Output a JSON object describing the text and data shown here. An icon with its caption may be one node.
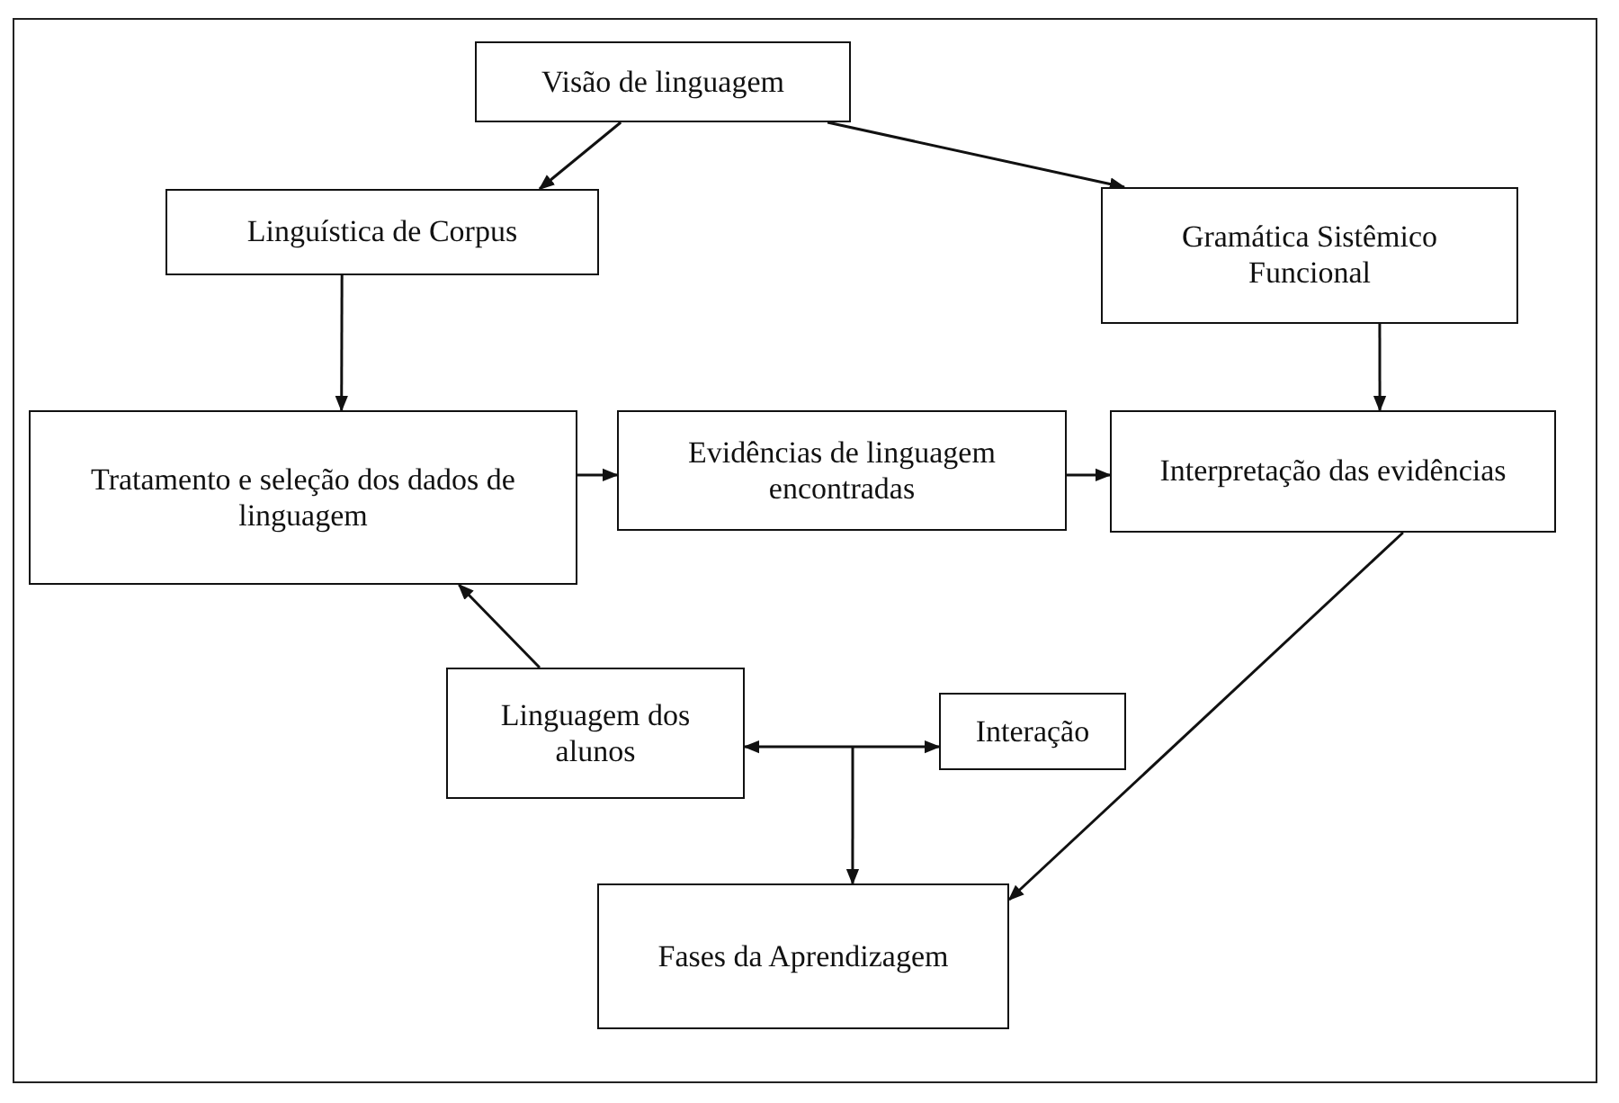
{
  "diagram": {
    "nodes": [
      {
        "text": [
          "Visão de linguagem"
        ]
      },
      {
        "text": [
          "Linguística de Corpus"
        ]
      },
      {
        "text": [
          "Gramática Sistêmico Funcional"
        ]
      },
      {
        "text": [
          "Tratamento e seleção dos dados de linguagem"
        ]
      },
      {
        "text": [
          "Evidências de linguagem encontradas"
        ]
      },
      {
        "text": [
          "Interpretação das evidências"
        ]
      },
      {
        "text": [
          "Linguagem dos alunos"
        ]
      },
      {
        "text": [
          "Interação"
        ]
      },
      {
        "text": [
          "Fases da Aprendizagem"
        ]
      }
    ],
    "edges": [
      {
        "from": 0,
        "to": 1,
        "arrow": "to"
      },
      {
        "from": 0,
        "to": 2,
        "arrow": "to"
      },
      {
        "from": 1,
        "to": 3,
        "arrow": "to"
      },
      {
        "from": 2,
        "to": 5,
        "arrow": "to"
      },
      {
        "from": 3,
        "to": 4,
        "arrow": "to"
      },
      {
        "from": 4,
        "to": 5,
        "arrow": "to"
      },
      {
        "from": 6,
        "to": 3,
        "arrow": "to"
      },
      {
        "from": 6,
        "to": 7,
        "arrow": "both"
      },
      {
        "from": null,
        "to": 8,
        "arrow": "to"
      },
      {
        "from": 5,
        "to": 8,
        "arrow": "to"
      }
    ]
  }
}
